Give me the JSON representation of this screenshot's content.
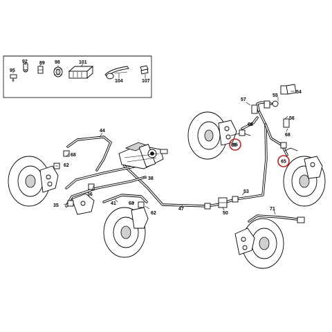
{
  "legend_parts": [
    "92",
    "89",
    "95",
    "98",
    "101",
    "104",
    "107"
  ],
  "part_labels": [
    "44",
    "68",
    "62",
    "36",
    "38",
    "35",
    "41",
    "68",
    "62",
    "47",
    "65",
    "57",
    "68",
    "55",
    "54",
    "56",
    "68",
    "50",
    "53",
    "71"
  ],
  "highlighted_labels": [
    "65",
    "65"
  ],
  "highlight_color": "#d01818"
}
